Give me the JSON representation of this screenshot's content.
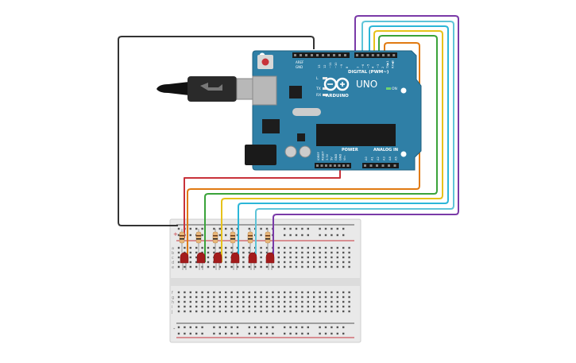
{
  "board": {
    "name": "UNO",
    "brand": "ARDUINO",
    "digital_label": "DIGITAL (PWM~)",
    "power_label": "POWER",
    "analog_label": "ANALOG IN",
    "on_label": "ON",
    "led_l": "L",
    "led_tx": "TX",
    "led_rx": "RX",
    "aref": "AREF",
    "gnd": "GND",
    "digital_pins": [
      "13",
      "12",
      "~11",
      "~10",
      "~9",
      "8",
      "7",
      "~6",
      "~5",
      "4",
      "~3",
      "2",
      "TX▶1",
      "RX◀0"
    ],
    "power_pins": [
      "IOREF",
      "RESET",
      "3.3V",
      "5V",
      "GND",
      "GND",
      "Vin"
    ],
    "analog_pins": [
      "A0",
      "A1",
      "A2",
      "A3",
      "A4",
      "A5"
    ]
  },
  "breadboard": {
    "rows_top": [
      "a",
      "b",
      "c",
      "d",
      "e"
    ],
    "rows_bottom": [
      "f",
      "g",
      "h",
      "i",
      "j"
    ],
    "plus": "+",
    "minus": "-"
  },
  "colors": {
    "board": "#2f7fa6",
    "board_dark": "#1f6080",
    "wire_gnd": "#333333",
    "wire_red": "#c8323a",
    "wire_orange": "#e07a12",
    "wire_green": "#3aa33a",
    "wire_yellow": "#e6c21a",
    "wire_cyan": "#2bb6d8",
    "wire_lightblue": "#5ec4d8",
    "wire_purple": "#7a3aa8",
    "led": "#a31c1c",
    "resistor": "#e8b77a"
  }
}
